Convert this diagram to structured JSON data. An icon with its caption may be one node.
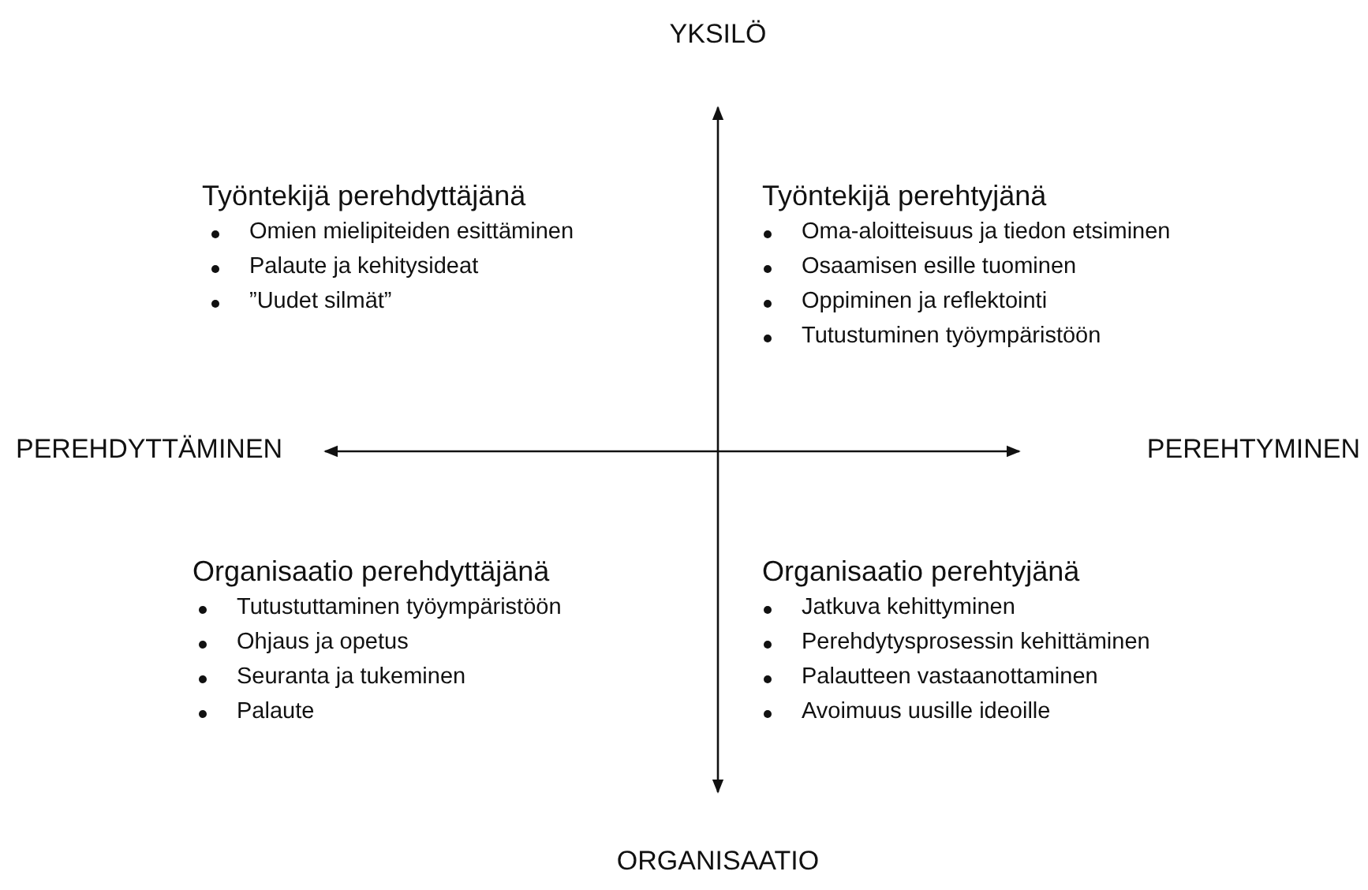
{
  "diagram": {
    "labels": [
      "YKSILÖ",
      "Työntekijä perehdyttäjänä",
      "Omien mielipiteiden esittäminen",
      "Palaute ja kehitysideat",
      "”Uudet silmät”",
      "Työntekijä perehtyjänä",
      "Oma-aloitteisuus ja tiedon etsiminen",
      "Osaamisen esille tuominen",
      "Oppiminen ja reflektointi",
      "Tutustuminen työympäristöön",
      "PEREHDYTTÄMINEN",
      "PEREHTYMINEN",
      "Organisaatio perehdyttäjänä",
      "Tutustuttaminen työympäristöön",
      "Ohjaus ja opetus",
      "Seuranta ja tukeminen",
      "Palaute",
      "Organisaatio perehtyjänä",
      "Jatkuva kehittyminen",
      "Perehdytysprosessin kehittäminen",
      "Palautteen vastaanottaminen",
      "Avoimuus uusille ideoille",
      "ORGANISAATIO"
    ]
  }
}
